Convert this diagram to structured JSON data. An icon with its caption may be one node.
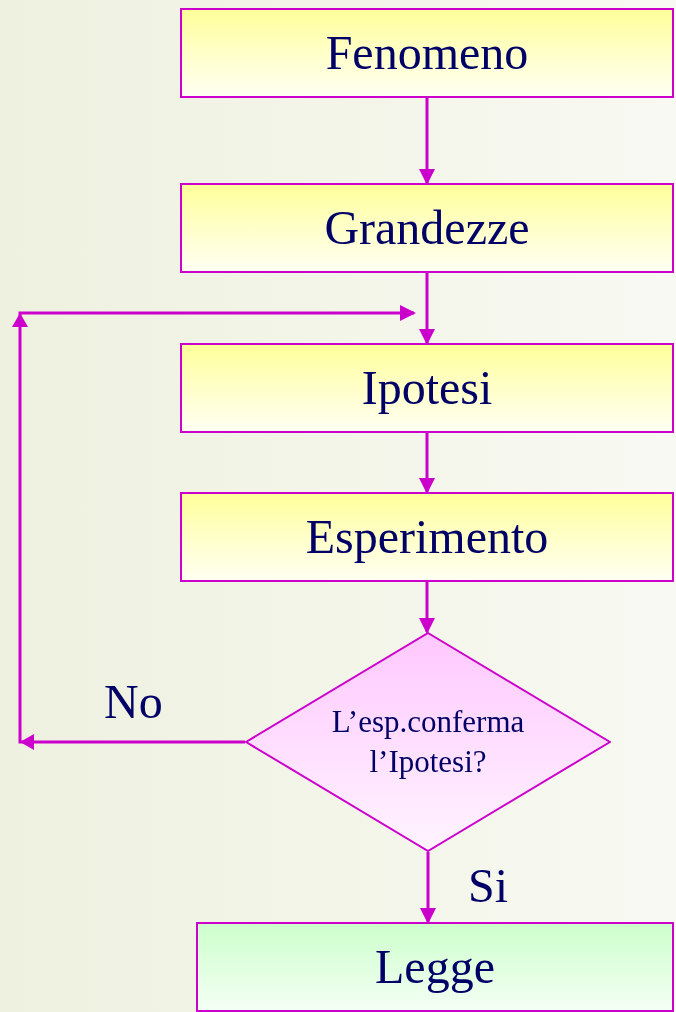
{
  "diagram": {
    "nodes": [
      {
        "text": [
          "Fenomeno"
        ]
      },
      {
        "text": [
          "Grandezze"
        ]
      },
      {
        "text": [
          "Ipotesi"
        ]
      },
      {
        "text": [
          "Esperimento"
        ]
      },
      {
        "text": [
          "L’esp.conferma l’Ipotesi?"
        ]
      },
      {
        "text": [
          "Legge"
        ]
      }
    ],
    "edges": [
      {
        "from": 0,
        "to": 1,
        "arrow": "to"
      },
      {
        "from": 1,
        "to": 2,
        "arrow": "to"
      },
      {
        "from": 2,
        "to": 3,
        "arrow": "to"
      },
      {
        "from": 3,
        "to": 4,
        "arrow": "to"
      },
      {
        "from": 4,
        "to": 5,
        "arrow": "to",
        "label": "Si"
      },
      {
        "from": 4,
        "to": 2,
        "arrow": "to",
        "label": "No"
      }
    ]
  }
}
